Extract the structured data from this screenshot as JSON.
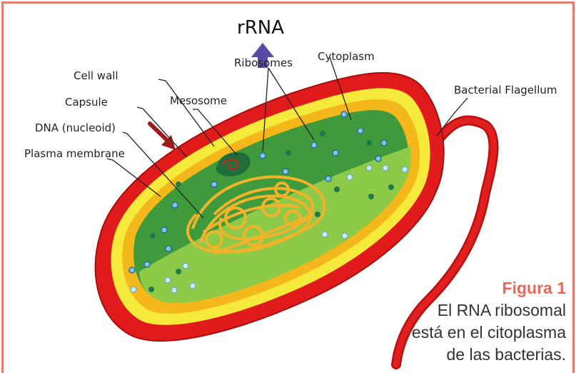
{
  "diagram": {
    "title": "rRNA",
    "labels": {
      "cell_wall": "Cell wall",
      "capsule": "Capsule",
      "dna": "DNA (nucleoid)",
      "plasma_membrane": "Plasma membrane",
      "mesosome": "Mesosome",
      "ribosomes": "Ribosomes",
      "cytoplasm": "Cytoplasm",
      "flagellum": "Bacterial Flagellum"
    }
  },
  "caption": {
    "figure": "Figura 1",
    "lines": [
      "El RNA ribosomal",
      "está en el citoplasma",
      "de las bacterias."
    ]
  },
  "colors": {
    "capsule": "#e11b1b",
    "cell_wall": "#f5e93a",
    "membrane": "#f5b81c",
    "cytoplasm_dark": "#3f9a3b",
    "cytoplasm_light": "#8dca47",
    "dna": "#f2b32a",
    "arrow": "#5b4aa3",
    "accent": "#e8796d"
  }
}
